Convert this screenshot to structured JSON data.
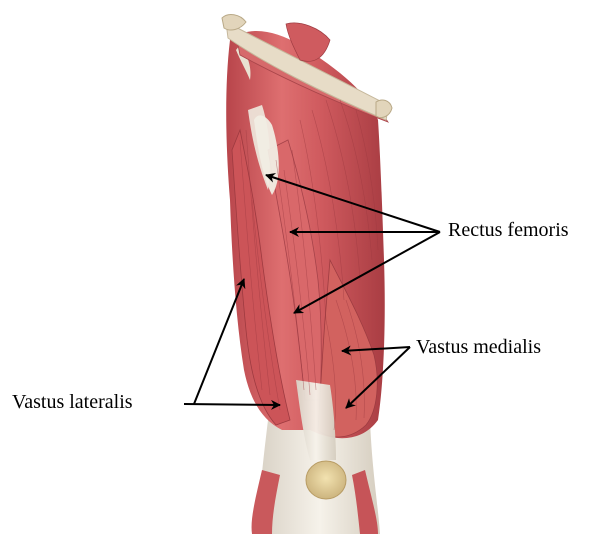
{
  "labels": {
    "rectus_femoris": "Rectus femoris",
    "vastus_medialis": "Vastus medialis",
    "vastus_lateralis": "Vastus lateralis"
  },
  "colors": {
    "muscle": "#cf5a5e",
    "muscle_dark": "#a83a40",
    "muscle_light": "#e58a86",
    "tendon": "#efe9df",
    "patella": "#e8d39a",
    "arrow": "#000000"
  }
}
